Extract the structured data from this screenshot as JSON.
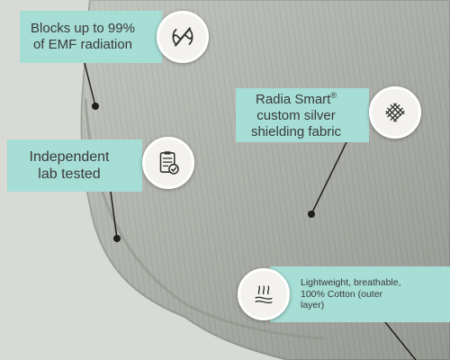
{
  "callouts": {
    "emf": {
      "line1": "Blocks up to 99%",
      "line2": "of EMF radiation",
      "icon": "emf-shield-icon"
    },
    "fabric": {
      "line1": "Radia Smart",
      "reg": "®",
      "line2": "custom silver",
      "line3": "shielding fabric",
      "icon": "silver-mesh-icon"
    },
    "lab": {
      "line1": "Independent",
      "line2": "lab tested",
      "icon": "clipboard-check-icon"
    },
    "cotton": {
      "line1": "Lightweight, breathable,",
      "line2": "100% Cotton (outer",
      "line3": "layer)",
      "icon": "breathable-fabric-icon"
    }
  },
  "colors": {
    "callout_bg": "#a6ddd5",
    "text": "#3a3a3a",
    "fabric": "#b9bdb6",
    "background": "#d8dad6"
  }
}
